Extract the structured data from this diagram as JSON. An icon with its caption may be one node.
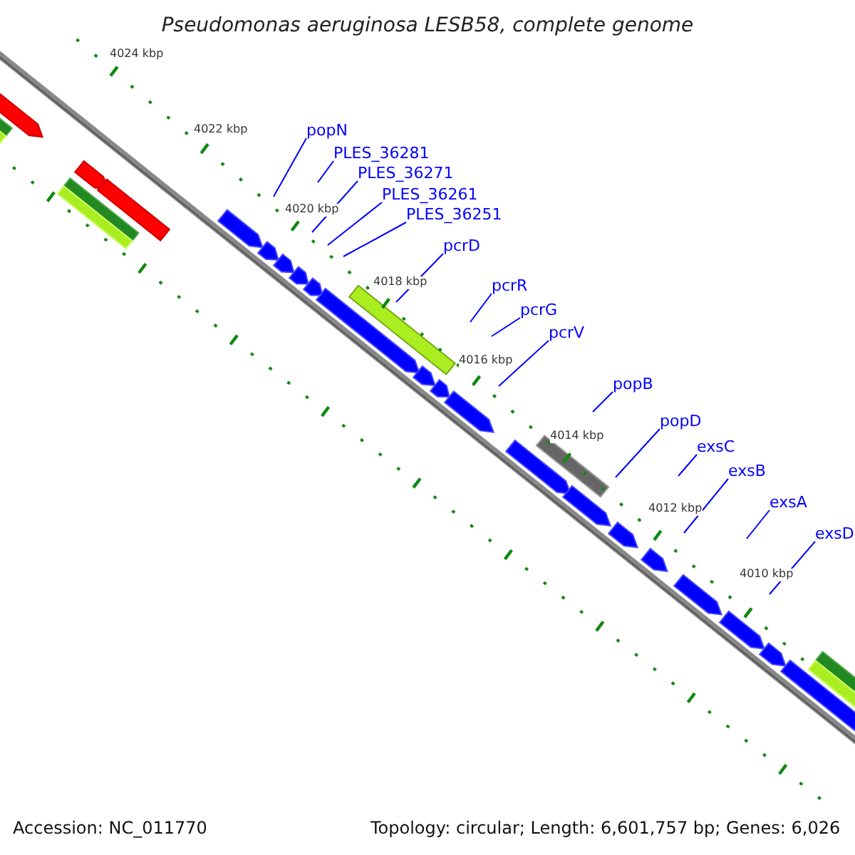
{
  "diagram": {
    "title": "Pseudomonas aeruginosa LESB58, complete genome",
    "nodes": [
      {
        "text": [
          "popN"
        ]
      },
      {
        "text": [
          "PLES_36281"
        ]
      },
      {
        "text": [
          "PLES_36271"
        ]
      },
      {
        "text": [
          "PLES_36261"
        ]
      },
      {
        "text": [
          "PLES_36251"
        ]
      },
      {
        "text": [
          "pcrD"
        ]
      },
      {
        "text": [
          "pcrR"
        ]
      },
      {
        "text": [
          "pcrG"
        ]
      },
      {
        "text": [
          "pcrV"
        ]
      },
      {
        "text": [
          "popB"
        ]
      },
      {
        "text": [
          "popD"
        ]
      },
      {
        "text": [
          "exsC"
        ]
      },
      {
        "text": [
          "exsB"
        ]
      },
      {
        "text": [
          "exsA"
        ]
      },
      {
        "text": [
          "exsD"
        ]
      }
    ],
    "edges": [
      {
        "from": 0,
        "to": null,
        "arrow": "none"
      },
      {
        "from": 1,
        "to": null,
        "arrow": "none"
      },
      {
        "from": 2,
        "to": null,
        "arrow": "none"
      },
      {
        "from": 3,
        "to": null,
        "arrow": "none"
      },
      {
        "from": 4,
        "to": null,
        "arrow": "none"
      },
      {
        "from": 5,
        "to": null,
        "arrow": "none"
      },
      {
        "from": 6,
        "to": null,
        "arrow": "none"
      },
      {
        "from": 7,
        "to": null,
        "arrow": "none"
      },
      {
        "from": 8,
        "to": null,
        "arrow": "none"
      },
      {
        "from": 9,
        "to": null,
        "arrow": "none"
      },
      {
        "from": 10,
        "to": null,
        "arrow": "none"
      },
      {
        "from": 11,
        "to": null,
        "arrow": "none"
      },
      {
        "from": 12,
        "to": null,
        "arrow": "none"
      },
      {
        "from": 13,
        "to": null,
        "arrow": "none"
      },
      {
        "from": 14,
        "to": null,
        "arrow": "none"
      }
    ],
    "labels": [
      "4024 kbp",
      "4022 kbp",
      "4020 kbp",
      "4018 kbp",
      "4016 kbp",
      "4014 kbp",
      "4012 kbp",
      "4010 kbp",
      "Accession: NC_011770",
      "Topology: circular; Length: 6,601,757 bp; Genes: 6,026"
    ]
  }
}
